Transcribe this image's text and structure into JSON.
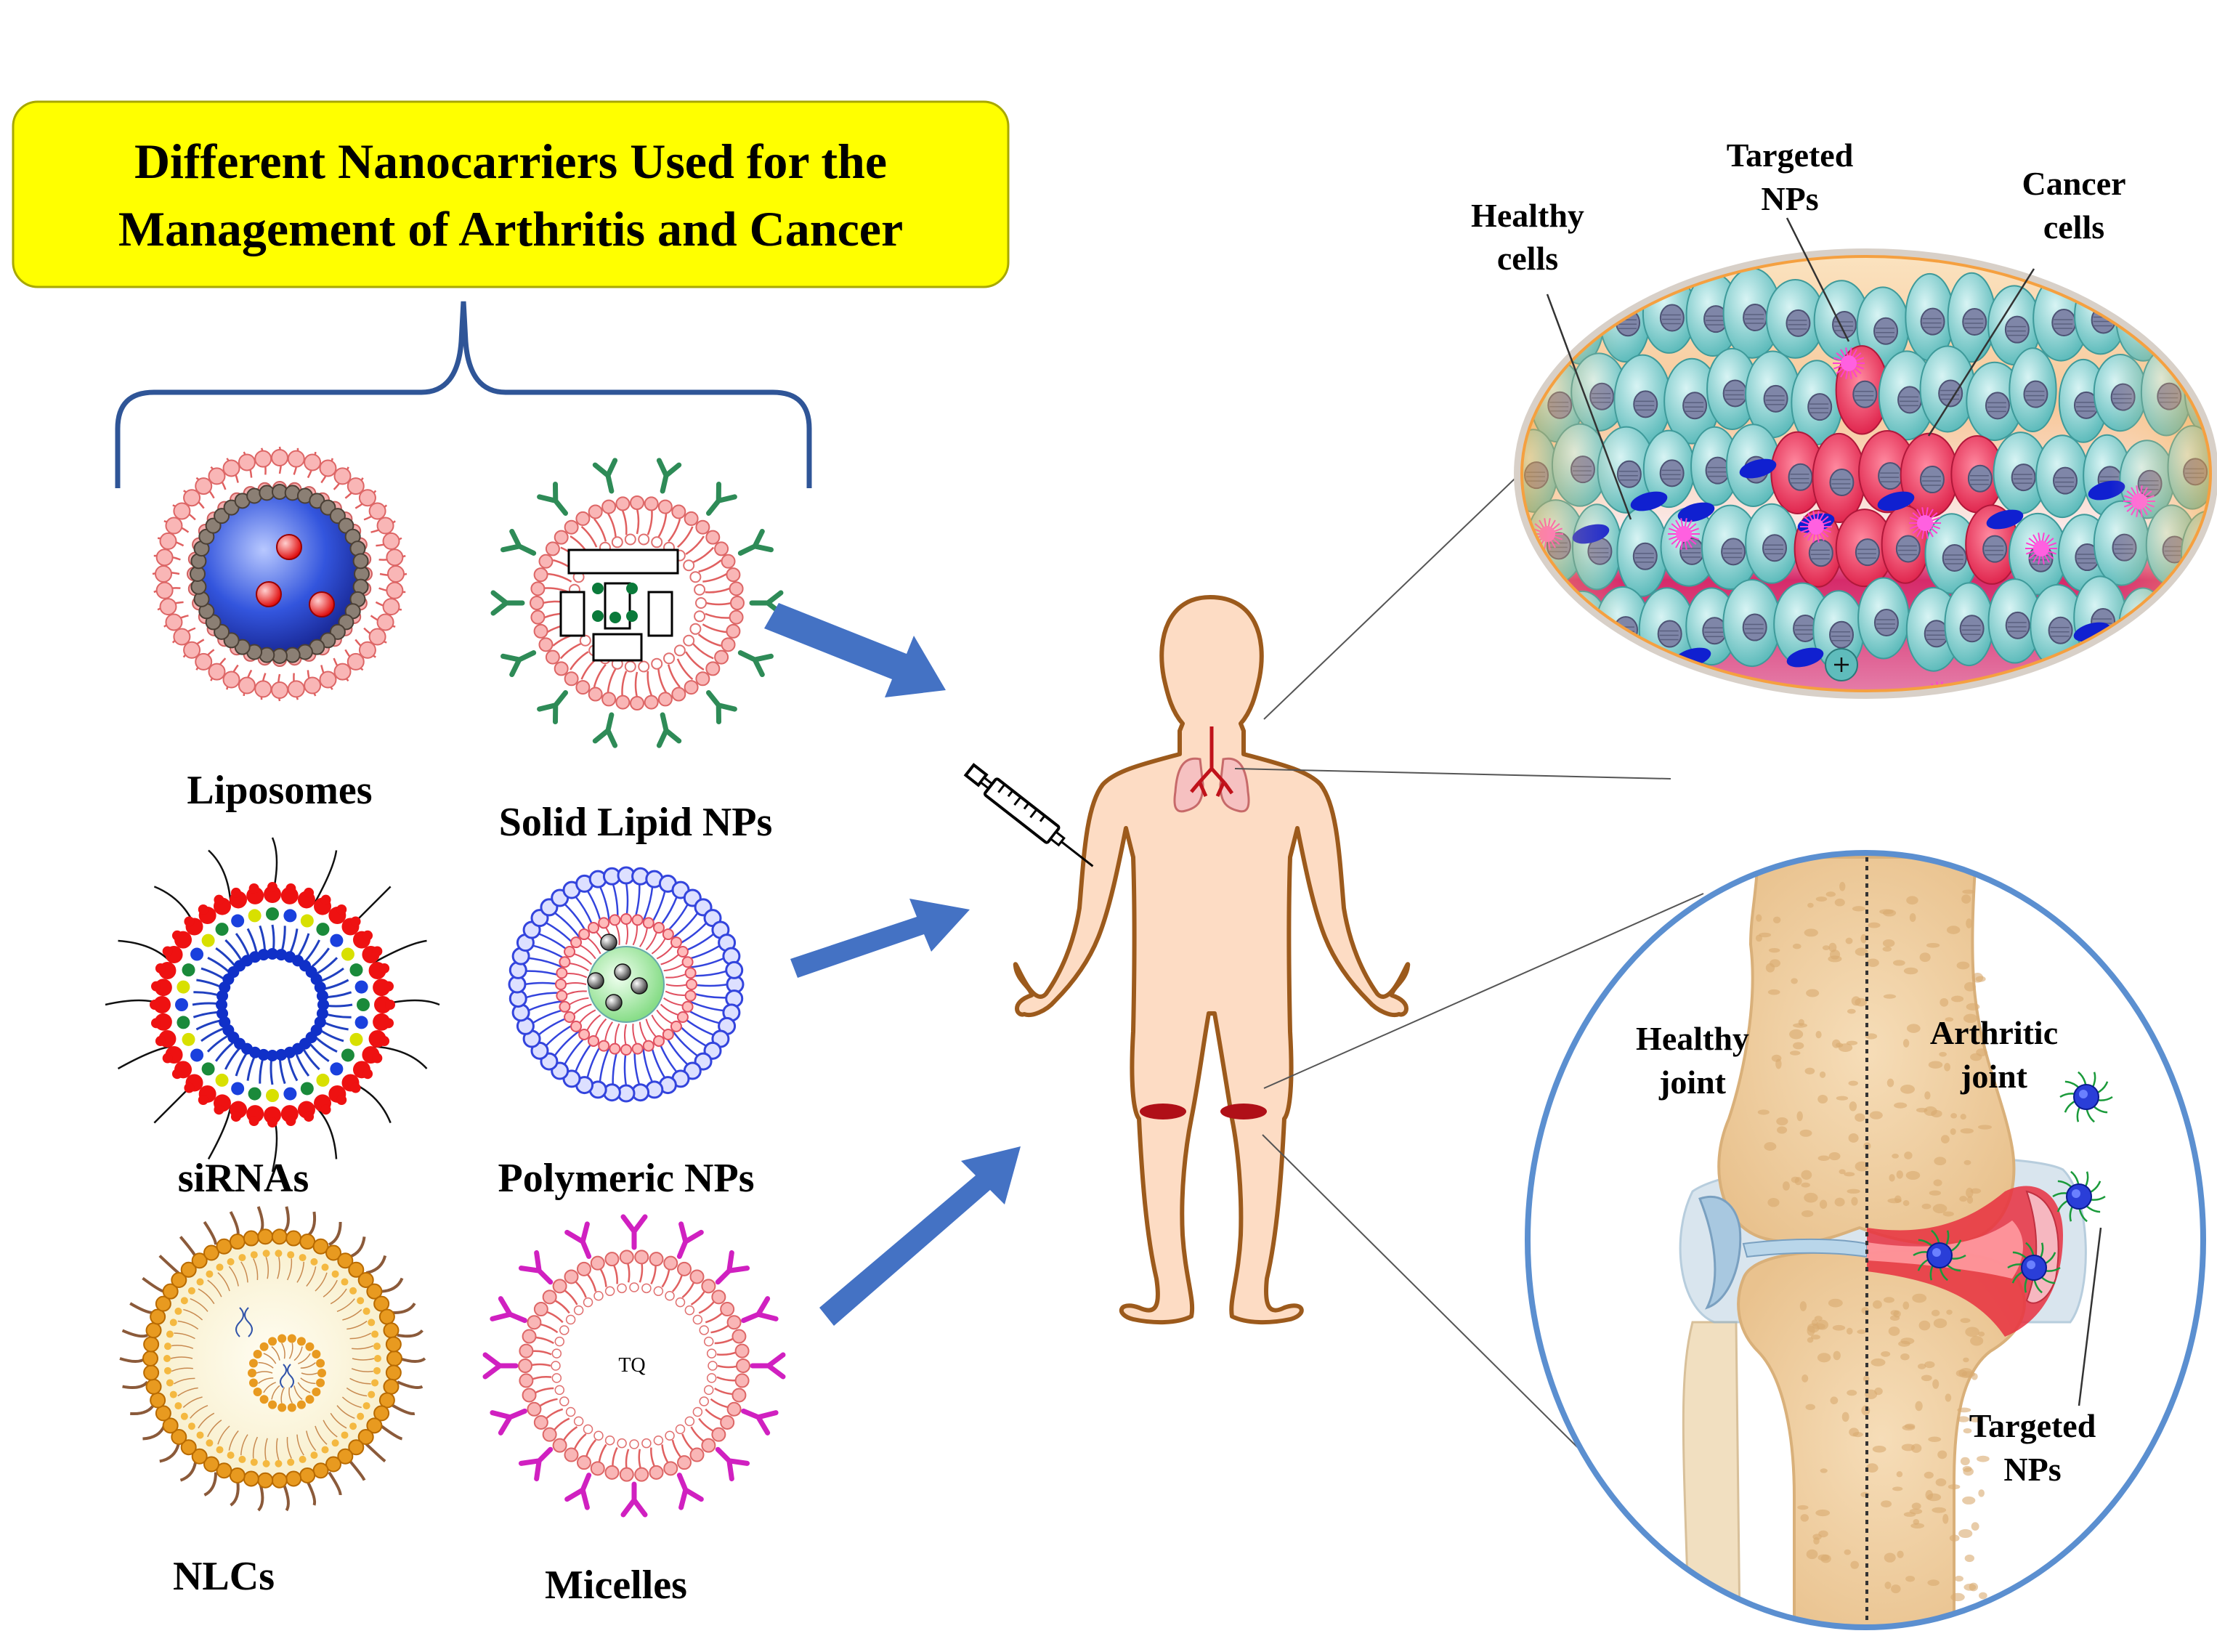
{
  "title": {
    "line1": "Different Nanocarriers Used for the",
    "line2": "Management of Arthritis and Cancer"
  },
  "carriers": {
    "liposomes": "Liposomes",
    "solid_lipid": "Solid Lipid NPs",
    "sirnas": "siRNAs",
    "polymeric": "Polymeric NPs",
    "nlcs": "NLCs",
    "micelles": "Micelles",
    "micelle_core": "TQ"
  },
  "tumor": {
    "healthy_1": "Healthy",
    "healthy_2": "cells",
    "targeted_1": "Targeted",
    "targeted_2": "NPs",
    "cancer_1": "Cancer",
    "cancer_2": "cells"
  },
  "joint": {
    "healthy_1": "Healthy",
    "healthy_2": "joint",
    "arthritic_1": "Arthritic",
    "arthritic_2": "joint",
    "targeted_1": "Targeted",
    "targeted_2": "NPs"
  },
  "colors": {
    "title_fill": "#ffff00",
    "bracket": "#2f5597",
    "arrow": "#4472c4",
    "skin": "#fddcc4",
    "outline": "#9c5a1c",
    "lipid_pink": "#f4a0a0",
    "cancer_cell": "#e8345a",
    "healthy_cell": "#7fcfcf"
  }
}
